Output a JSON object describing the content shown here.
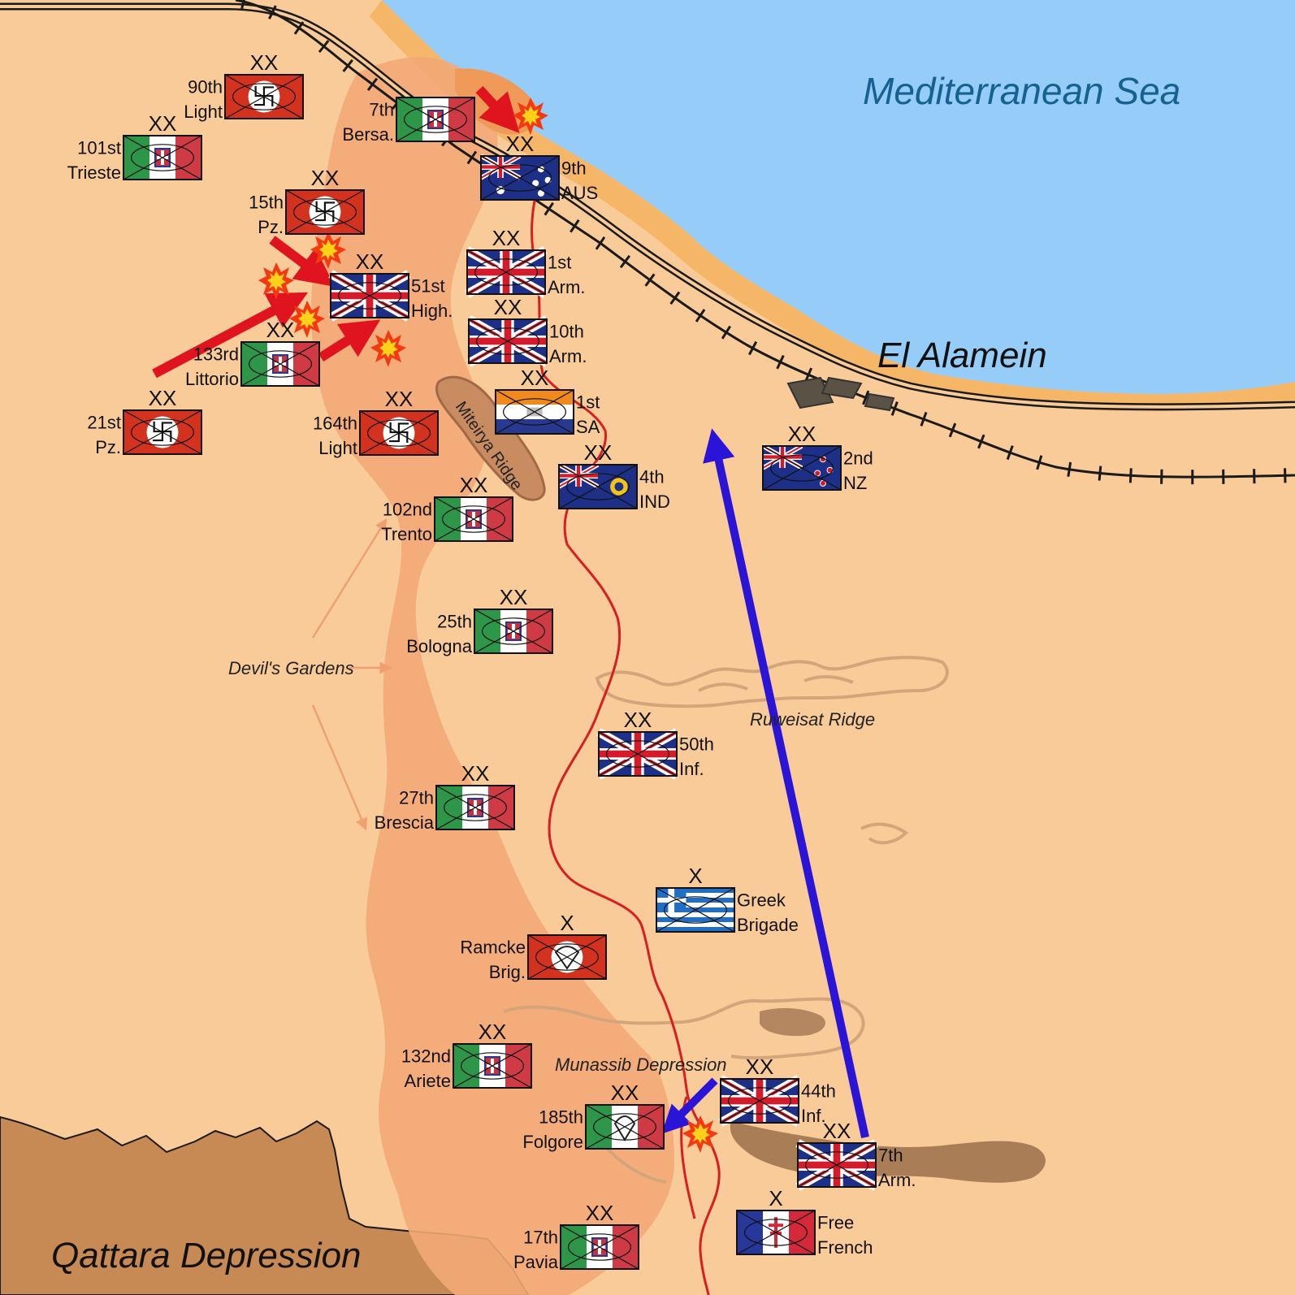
{
  "map": {
    "labels": {
      "sea": "Mediterranean Sea",
      "town": "El Alamein",
      "depression": "Qattara Depression",
      "miteiriya": "Miteirya Ridge",
      "devils_gardens": "Devil's Gardens",
      "ruweisat": "Ruweisat Ridge",
      "munassib": "Munassib Depression"
    },
    "colors": {
      "sea": "#96cdf8",
      "desert": "#f9cb98",
      "beach": "#f5b667",
      "minefield": "#f2a877",
      "qattara": "#c78a55",
      "front_line": "#d81e1e",
      "axis_attack": "#e0141e",
      "allied_move": "#2a14d8"
    },
    "units": [
      {
        "id": "90th-light",
        "flag": "german",
        "echelon": "XX",
        "line1": "90th",
        "line2": "Light"
      },
      {
        "id": "101st-trieste",
        "flag": "italian",
        "echelon": "XX",
        "line1": "101st",
        "line2": "Trieste"
      },
      {
        "id": "7th-bersa",
        "flag": "italian",
        "echelon": "",
        "line1": "7th",
        "line2": "Bersa."
      },
      {
        "id": "9th-aus",
        "flag": "australian",
        "echelon": "XX",
        "line1": "9th",
        "line2": "AUS"
      },
      {
        "id": "15th-pz",
        "flag": "german",
        "echelon": "XX",
        "line1": "15th",
        "line2": "Pz."
      },
      {
        "id": "1st-arm",
        "flag": "british",
        "echelon": "XX",
        "line1": "1st",
        "line2": "Arm."
      },
      {
        "id": "51st-high",
        "flag": "british",
        "echelon": "XX",
        "line1": "51st",
        "line2": "High."
      },
      {
        "id": "10th-arm",
        "flag": "british",
        "echelon": "XX",
        "line1": "10th",
        "line2": "Arm."
      },
      {
        "id": "133rd-littorio",
        "flag": "italian",
        "echelon": "XX",
        "line1": "133rd",
        "line2": "Littorio"
      },
      {
        "id": "21st-pz",
        "flag": "german",
        "echelon": "XX",
        "line1": "21st",
        "line2": "Pz."
      },
      {
        "id": "164th-light",
        "flag": "german",
        "echelon": "XX",
        "line1": "164th",
        "line2": "Light"
      },
      {
        "id": "1st-sa",
        "flag": "south-african",
        "echelon": "XX",
        "line1": "1st",
        "line2": "SA"
      },
      {
        "id": "2nd-nz",
        "flag": "new-zealand",
        "echelon": "XX",
        "line1": "2nd",
        "line2": "NZ"
      },
      {
        "id": "4th-ind",
        "flag": "indian",
        "echelon": "XX",
        "line1": "4th",
        "line2": "IND"
      },
      {
        "id": "102nd-trento",
        "flag": "italian",
        "echelon": "XX",
        "line1": "102nd",
        "line2": "Trento"
      },
      {
        "id": "25th-bologna",
        "flag": "italian",
        "echelon": "XX",
        "line1": "25th",
        "line2": "Bologna"
      },
      {
        "id": "50th-inf",
        "flag": "british",
        "echelon": "XX",
        "line1": "50th",
        "line2": "Inf."
      },
      {
        "id": "27th-brescia",
        "flag": "italian",
        "echelon": "XX",
        "line1": "27th",
        "line2": "Brescia"
      },
      {
        "id": "greek-brigade",
        "flag": "greek",
        "echelon": "X",
        "line1": "Greek",
        "line2": "Brigade"
      },
      {
        "id": "ramcke-brig",
        "flag": "german-para",
        "echelon": "X",
        "line1": "Ramcke",
        "line2": "Brig."
      },
      {
        "id": "132nd-ariete",
        "flag": "italian",
        "echelon": "XX",
        "line1": "132nd",
        "line2": "Ariete"
      },
      {
        "id": "44th-inf",
        "flag": "british",
        "echelon": "XX",
        "line1": "44th",
        "line2": "Inf."
      },
      {
        "id": "185th-folgore",
        "flag": "italian-para",
        "echelon": "XX",
        "line1": "185th",
        "line2": "Folgore"
      },
      {
        "id": "7th-arm",
        "flag": "british",
        "echelon": "XX",
        "line1": "7th",
        "line2": "Arm."
      },
      {
        "id": "17th-pavia",
        "flag": "italian",
        "echelon": "XX",
        "line1": "17th",
        "line2": "Pavia"
      },
      {
        "id": "free-french",
        "flag": "free-french",
        "echelon": "X",
        "line1": "Free",
        "line2": "French"
      }
    ]
  }
}
